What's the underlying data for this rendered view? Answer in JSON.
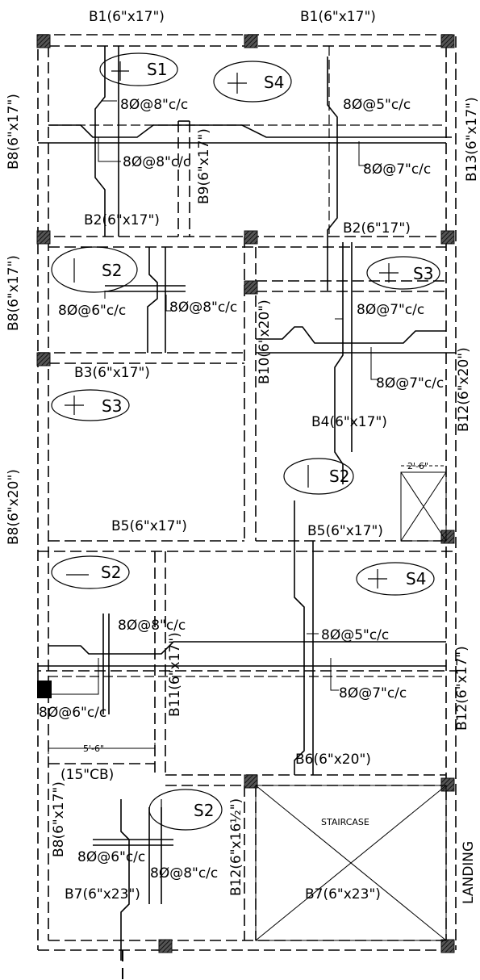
{
  "beams": {
    "b1_left": "B1(6\"x17\")",
    "b1_right": "B1(6\"x17\")",
    "b2_left": "B2(6\"x17\")",
    "b2_right": "B2(6\"17\")",
    "b3": "B3(6\"x17\")",
    "b4": "B4(6\"x17\")",
    "b5_left": "B5(6\"x17\")",
    "b5_right": "B5(6\"x17\")",
    "b6": "B6(6\"x20\")",
    "b7_left": "B7(6\"x23\")",
    "b7_right": "B7(6\"x23\")",
    "b8_top": "B8(6\"x17\")",
    "b8_mid": "B8(6\"x17\")",
    "b8_lower": "B8(6\"x20\")",
    "b8_bottom": "B8(6\"x17\")",
    "b9": "B9(6\"x17\")",
    "b10": "B10(6\"x20\")",
    "b11": "B11(6\"x17\")",
    "b12_upper": "B12(6\"x20\")",
    "b12_lower": "B12(6\"x17\")",
    "b12_stair": "B12(6\"x16½\")",
    "b13": "B13(6\"x17\")"
  },
  "slabs": {
    "s1": "S1",
    "s4_top": "S4",
    "s2_a": "S2",
    "s3_right": "S3",
    "s3_left": "S3",
    "s2_b": "S2",
    "s2_c": "S2",
    "s4_mid": "S4",
    "s2_d": "S2"
  },
  "rebar": {
    "r1": "8Ø@8\"c/c",
    "r2": "8Ø@8\"c/c",
    "r3": "8Ø@5\"c/c",
    "r4": "8Ø@7\"c/c",
    "r5": "8Ø@6\"c/c",
    "r6": "8Ø@8\"c/c",
    "r7": "8Ø@7\"c/c",
    "r8": "8Ø@7\"c/c",
    "r9": "8Ø@8\"c/c",
    "r10": "8Ø@5\"c/c",
    "r11": "8Ø@6\"c/c",
    "r12": "8Ø@7\"c/c",
    "r13": "8Ø@6\"c/c",
    "r14": "8Ø@8\"c/c"
  },
  "dims": {
    "opening": "2'-6\"",
    "span": "5'-6\""
  },
  "labels": {
    "cb": "(15\"CB)",
    "staircase": "STAIRCASE",
    "landing": "LANDING"
  }
}
